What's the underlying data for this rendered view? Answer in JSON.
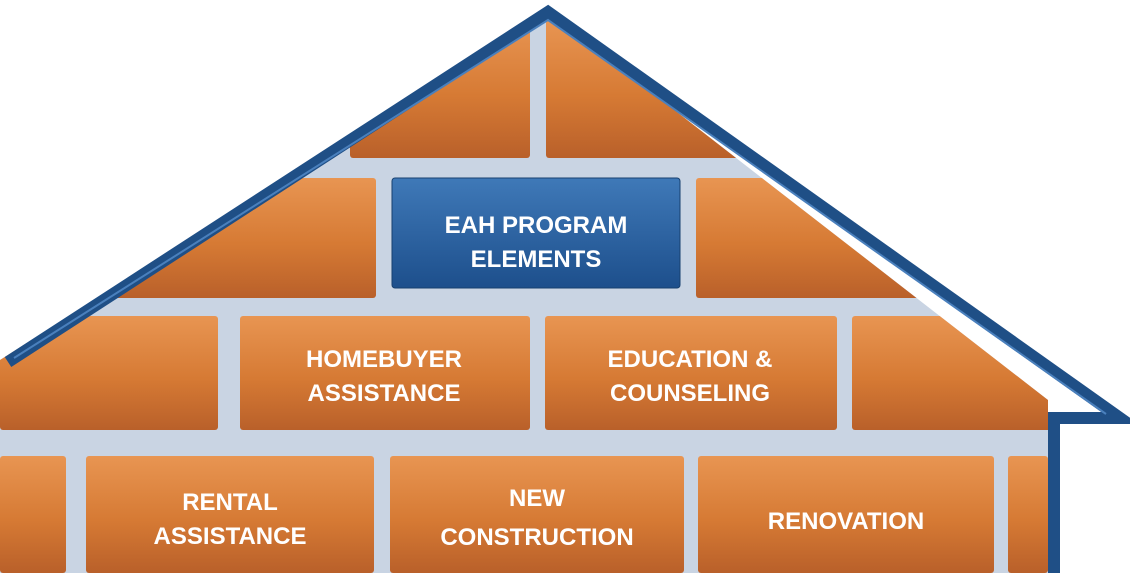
{
  "diagram": {
    "top_block": {
      "line1": "EAH PROGRAM",
      "line2": "ELEMENTS"
    },
    "middle_blocks": [
      {
        "line1": "HOMEBUYER",
        "line2": "ASSISTANCE"
      },
      {
        "line1": "EDUCATION &",
        "line2": "COUNSELING"
      }
    ],
    "bottom_blocks": [
      {
        "line1": "RENTAL",
        "line2": "ASSISTANCE"
      },
      {
        "line1": "NEW",
        "line2": "CONSTRUCTION"
      },
      {
        "line1": "RENOVATION",
        "line2": ""
      }
    ]
  },
  "colors": {
    "brick": "#d9803c",
    "highlight_block": "#2f6aa8",
    "mortar": "#c9d4e3",
    "roof": "#1f4f86"
  }
}
